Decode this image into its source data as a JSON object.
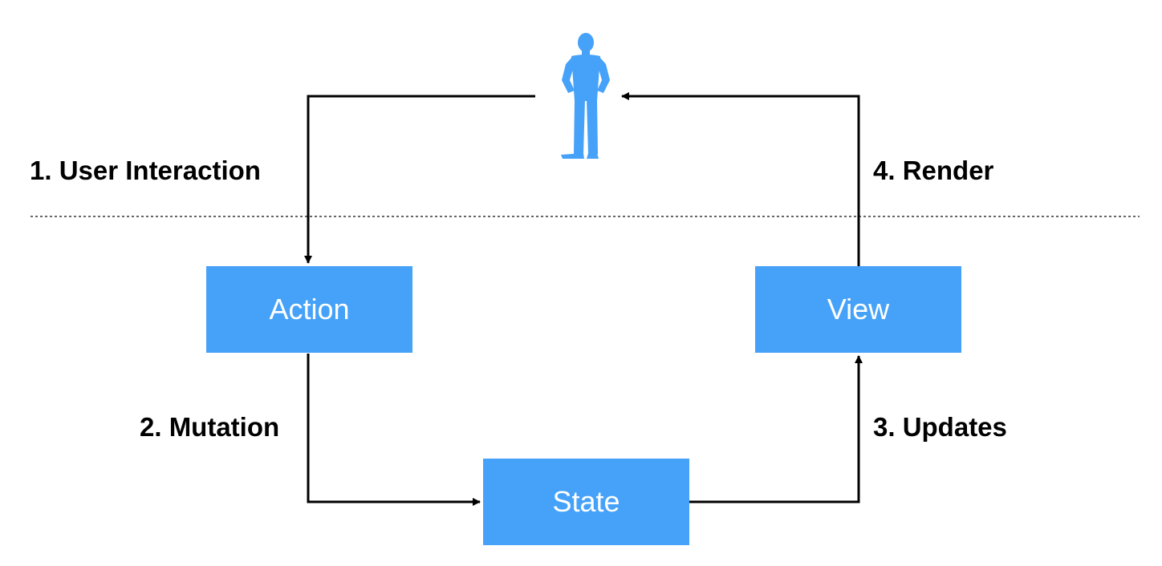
{
  "nodes": {
    "action": "Action",
    "view": "View",
    "state": "State"
  },
  "steps": {
    "user_interaction": "1. User Interaction",
    "mutation": "2. Mutation",
    "updates": "3. Updates",
    "render": "4. Render"
  },
  "icons": {
    "user": "user-figure-icon"
  },
  "colors": {
    "node_fill": "#46A2F8",
    "user_figure": "#46A2F8",
    "arrow": "#000000",
    "divider": "#333333"
  }
}
